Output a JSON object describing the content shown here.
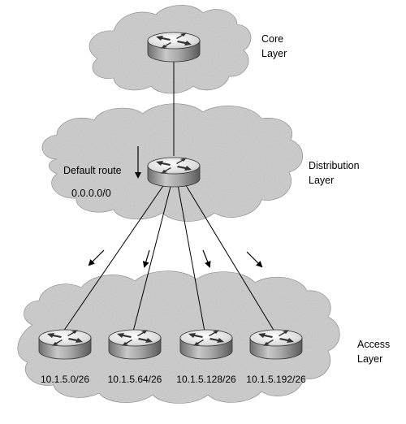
{
  "layers": {
    "core": {
      "line1": "Core",
      "line2": "Layer"
    },
    "distribution": {
      "line1": "Distribution",
      "line2": "Layer"
    },
    "access": {
      "line1": "Access",
      "line2": "Layer"
    }
  },
  "default_route": {
    "label": "Default route",
    "prefix": "0.0.0.0/0"
  },
  "subnets": [
    "10.1.5.0/26",
    "10.1.5.64/26",
    "10.1.5.128/26",
    "10.1.5.192/26"
  ],
  "colors": {
    "cloud": "#d4d4d4",
    "router_top": "#eeeeee",
    "router_body": "#9a9a9a",
    "line": "#000000"
  },
  "icons": {
    "router": "router-icon",
    "arrow": "arrow-icon"
  }
}
